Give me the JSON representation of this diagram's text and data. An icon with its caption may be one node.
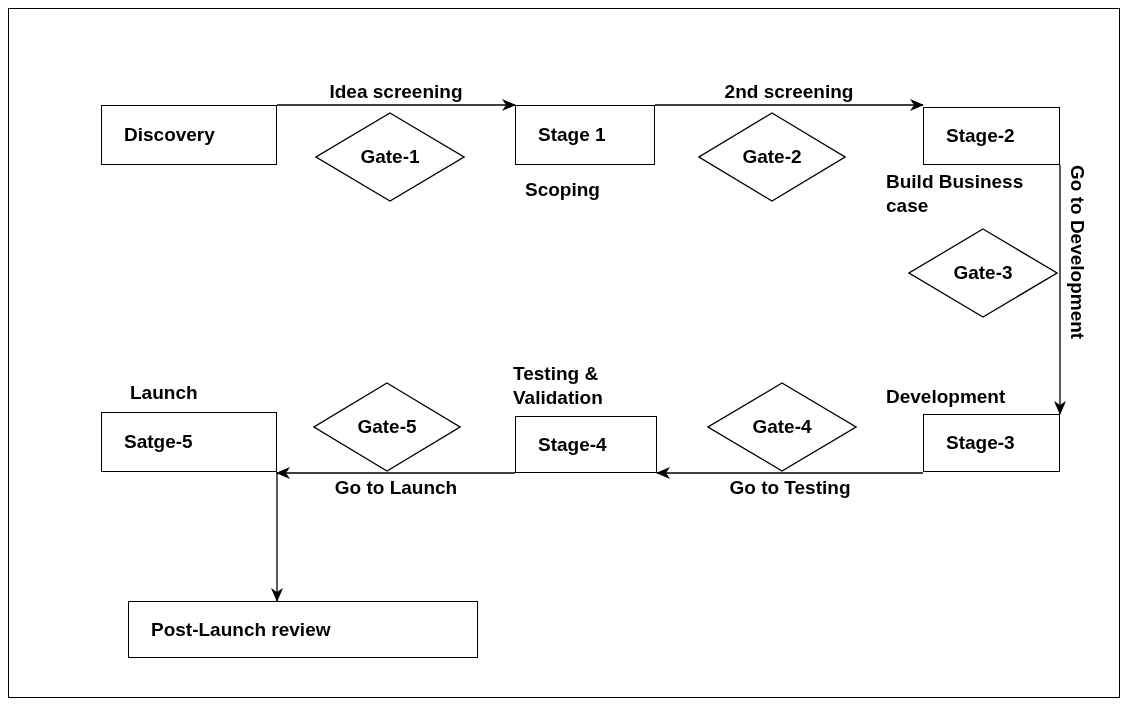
{
  "diagram": {
    "nodes": [
      {
        "text": [
          "Discovery"
        ]
      },
      {
        "text": [
          "Gate-1"
        ]
      },
      {
        "text": [
          "Stage 1"
        ],
        "beside": [
          "Scoping"
        ]
      },
      {
        "text": [
          "Gate-2"
        ]
      },
      {
        "text": [
          "Stage-2"
        ],
        "beside": [
          "Build Business case"
        ]
      },
      {
        "text": [
          "Gate-3"
        ]
      },
      {
        "text": [
          "Stage-3"
        ],
        "beside": [
          "Development"
        ]
      },
      {
        "text": [
          "Gate-4"
        ]
      },
      {
        "text": [
          "Stage-4"
        ],
        "beside": [
          "Testing & Validation"
        ]
      },
      {
        "text": [
          "Gate-5"
        ]
      },
      {
        "text": [
          "Satge-5"
        ],
        "beside": [
          "Launch"
        ]
      },
      {
        "text": [
          "Post-Launch review"
        ]
      }
    ],
    "edges": [
      {
        "from": 0,
        "to": 2,
        "arrow": "to",
        "label": "Idea screening"
      },
      {
        "from": 2,
        "to": 4,
        "arrow": "to",
        "label": "2nd screening"
      },
      {
        "from": 4,
        "to": 6,
        "arrow": "to",
        "label": "Go to Development"
      },
      {
        "from": 6,
        "to": 8,
        "arrow": "to",
        "label": "Go to Testing"
      },
      {
        "from": 8,
        "to": 10,
        "arrow": "to",
        "label": "Go to Launch"
      },
      {
        "from": 10,
        "to": 11,
        "arrow": "to"
      }
    ]
  }
}
